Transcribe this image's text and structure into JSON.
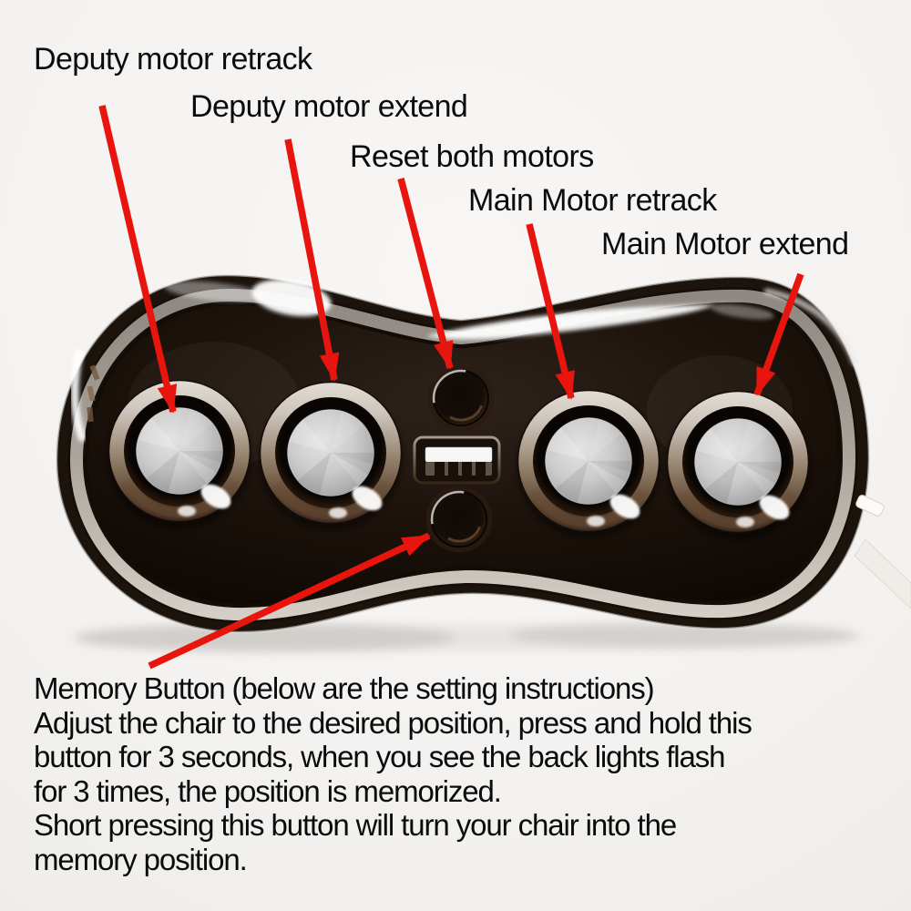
{
  "callouts": {
    "deputy_motor_retrack": "Deputy motor retrack",
    "deputy_motor_extend": "Deputy motor extend",
    "reset_both_motors": "Reset both motors",
    "main_motor_retrack": "Main Motor retrack",
    "main_motor_extend": "Main Motor extend"
  },
  "instructions": {
    "lines": [
      "Memory Button (below are the setting instructions)",
      "Adjust the chair to the desired position, press and hold this",
      "button for 3 seconds, when you see the back lights flash",
      "for 3 times, the position is memorized.",
      "Short pressing this button will turn your chair into the",
      "memory position."
    ]
  },
  "device": {
    "large_buttons": [
      "deputy-motor-retrack",
      "deputy-motor-extend",
      "main-motor-retrack",
      "main-motor-extend"
    ],
    "small_buttons": [
      "reset-both-motors",
      "memory"
    ],
    "port": "usb"
  },
  "colors": {
    "background": "#f5f3f1",
    "arrow": "#e8150f",
    "text": "#0b0b0b",
    "device_body": "#1c130d",
    "silver_band": "#c9c3bb",
    "button_silver": "#c9c9c9",
    "ring_bronze": "#6e4f38"
  }
}
